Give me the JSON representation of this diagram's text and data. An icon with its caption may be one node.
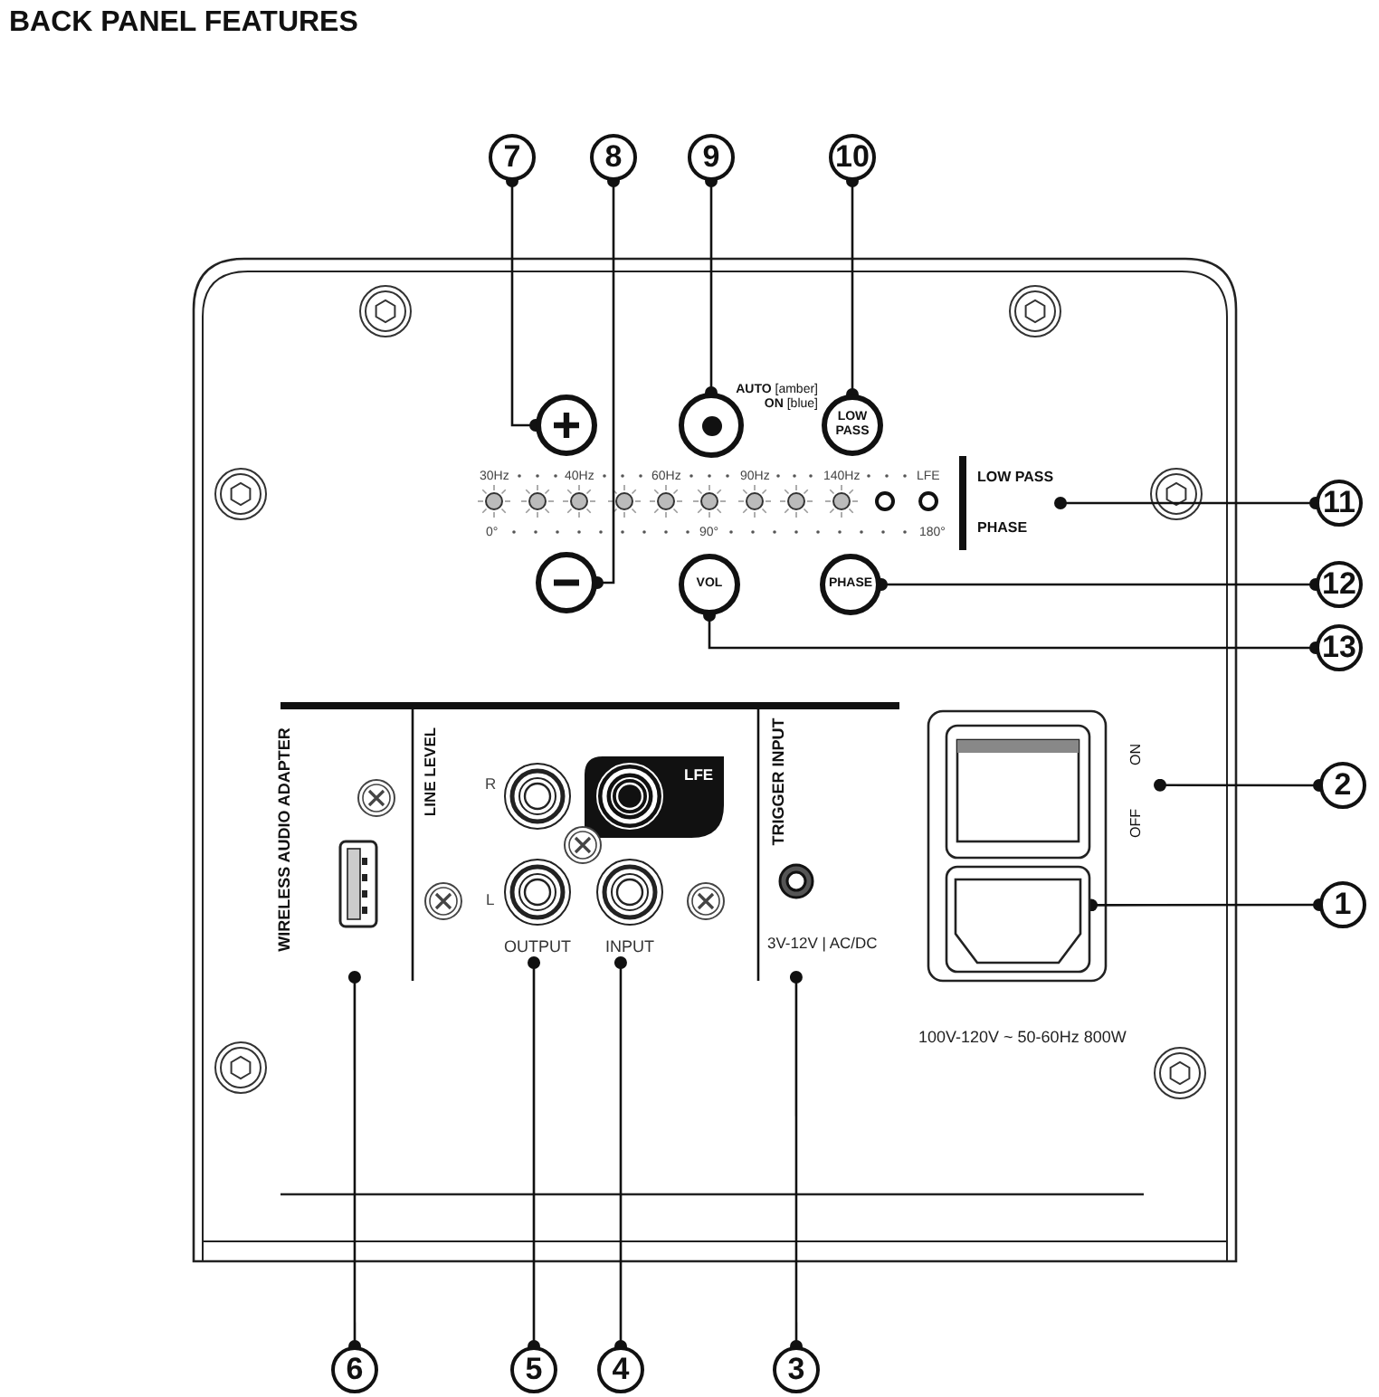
{
  "diagram": {
    "title": "BACK PANEL FEATURES",
    "nodes": [
      {
        "text": [
          "7"
        ]
      },
      {
        "text": [
          "8"
        ]
      },
      {
        "text": [
          "9"
        ]
      },
      {
        "text": [
          "10"
        ]
      },
      {
        "text": [
          "11"
        ]
      },
      {
        "text": [
          "12"
        ]
      },
      {
        "text": [
          "13"
        ]
      },
      {
        "text": [
          "2"
        ]
      },
      {
        "text": [
          "1"
        ]
      },
      {
        "text": [
          "6"
        ]
      },
      {
        "text": [
          "5"
        ]
      },
      {
        "text": [
          "4"
        ]
      },
      {
        "text": [
          "3"
        ]
      },
      {
        "text": [],
        "shape": "circle"
      },
      {
        "text": [],
        "shape": "circle"
      },
      {
        "text": [],
        "shape": "circle",
        "beside": [
          "**AUTO** [amber]",
          "**ON** [blue]"
        ]
      },
      {
        "text": [
          "LOW PASS"
        ]
      },
      {
        "text": [
          "VOL"
        ]
      },
      {
        "text": [
          "PHASE"
        ]
      },
      {
        "text": [
          "LOW PASS",
          "PHASE"
        ]
      },
      {
        "text": [
          "ON",
          "OFF"
        ]
      },
      {
        "text": [],
        "shape": "box"
      },
      {
        "text": [
          "WIRELESS AUDIO ADAPTER"
        ]
      },
      {
        "text": [
          "OUTPUT"
        ]
      },
      {
        "text": [
          "INPUT"
        ]
      },
      {
        "text": [
          "TRIGGER INPUT",
          "3V-12V | AC/DC"
        ]
      }
    ],
    "edges": [
      {
        "from": 0,
        "to": 13,
        "arrow": "other"
      },
      {
        "from": 1,
        "to": 14,
        "arrow": "other"
      },
      {
        "from": 2,
        "to": 15,
        "arrow": "other"
      },
      {
        "from": 3,
        "to": 16,
        "arrow": "other"
      },
      {
        "from": 4,
        "to": 19,
        "arrow": "other"
      },
      {
        "from": 5,
        "to": 18,
        "arrow": "other"
      },
      {
        "from": 6,
        "to": 17,
        "arrow": "other"
      },
      {
        "from": 7,
        "to": 20,
        "arrow": "other"
      },
      {
        "from": 8,
        "to": 21,
        "arrow": "other"
      },
      {
        "from": 9,
        "to": 22,
        "arrow": "other"
      },
      {
        "from": 10,
        "to": 23,
        "arrow": "other"
      },
      {
        "from": 11,
        "to": 24,
        "arrow": "other"
      },
      {
        "from": 12,
        "to": 25,
        "arrow": "other"
      }
    ],
    "labels": [
      "30Hz",
      "40Hz",
      "60Hz",
      "90Hz",
      "140Hz",
      "LFE",
      "0°",
      "90°",
      "180°",
      "LINE LEVEL",
      "R",
      "LFE",
      "L",
      "100V-120V ~ 50-60Hz 800W"
    ]
  }
}
